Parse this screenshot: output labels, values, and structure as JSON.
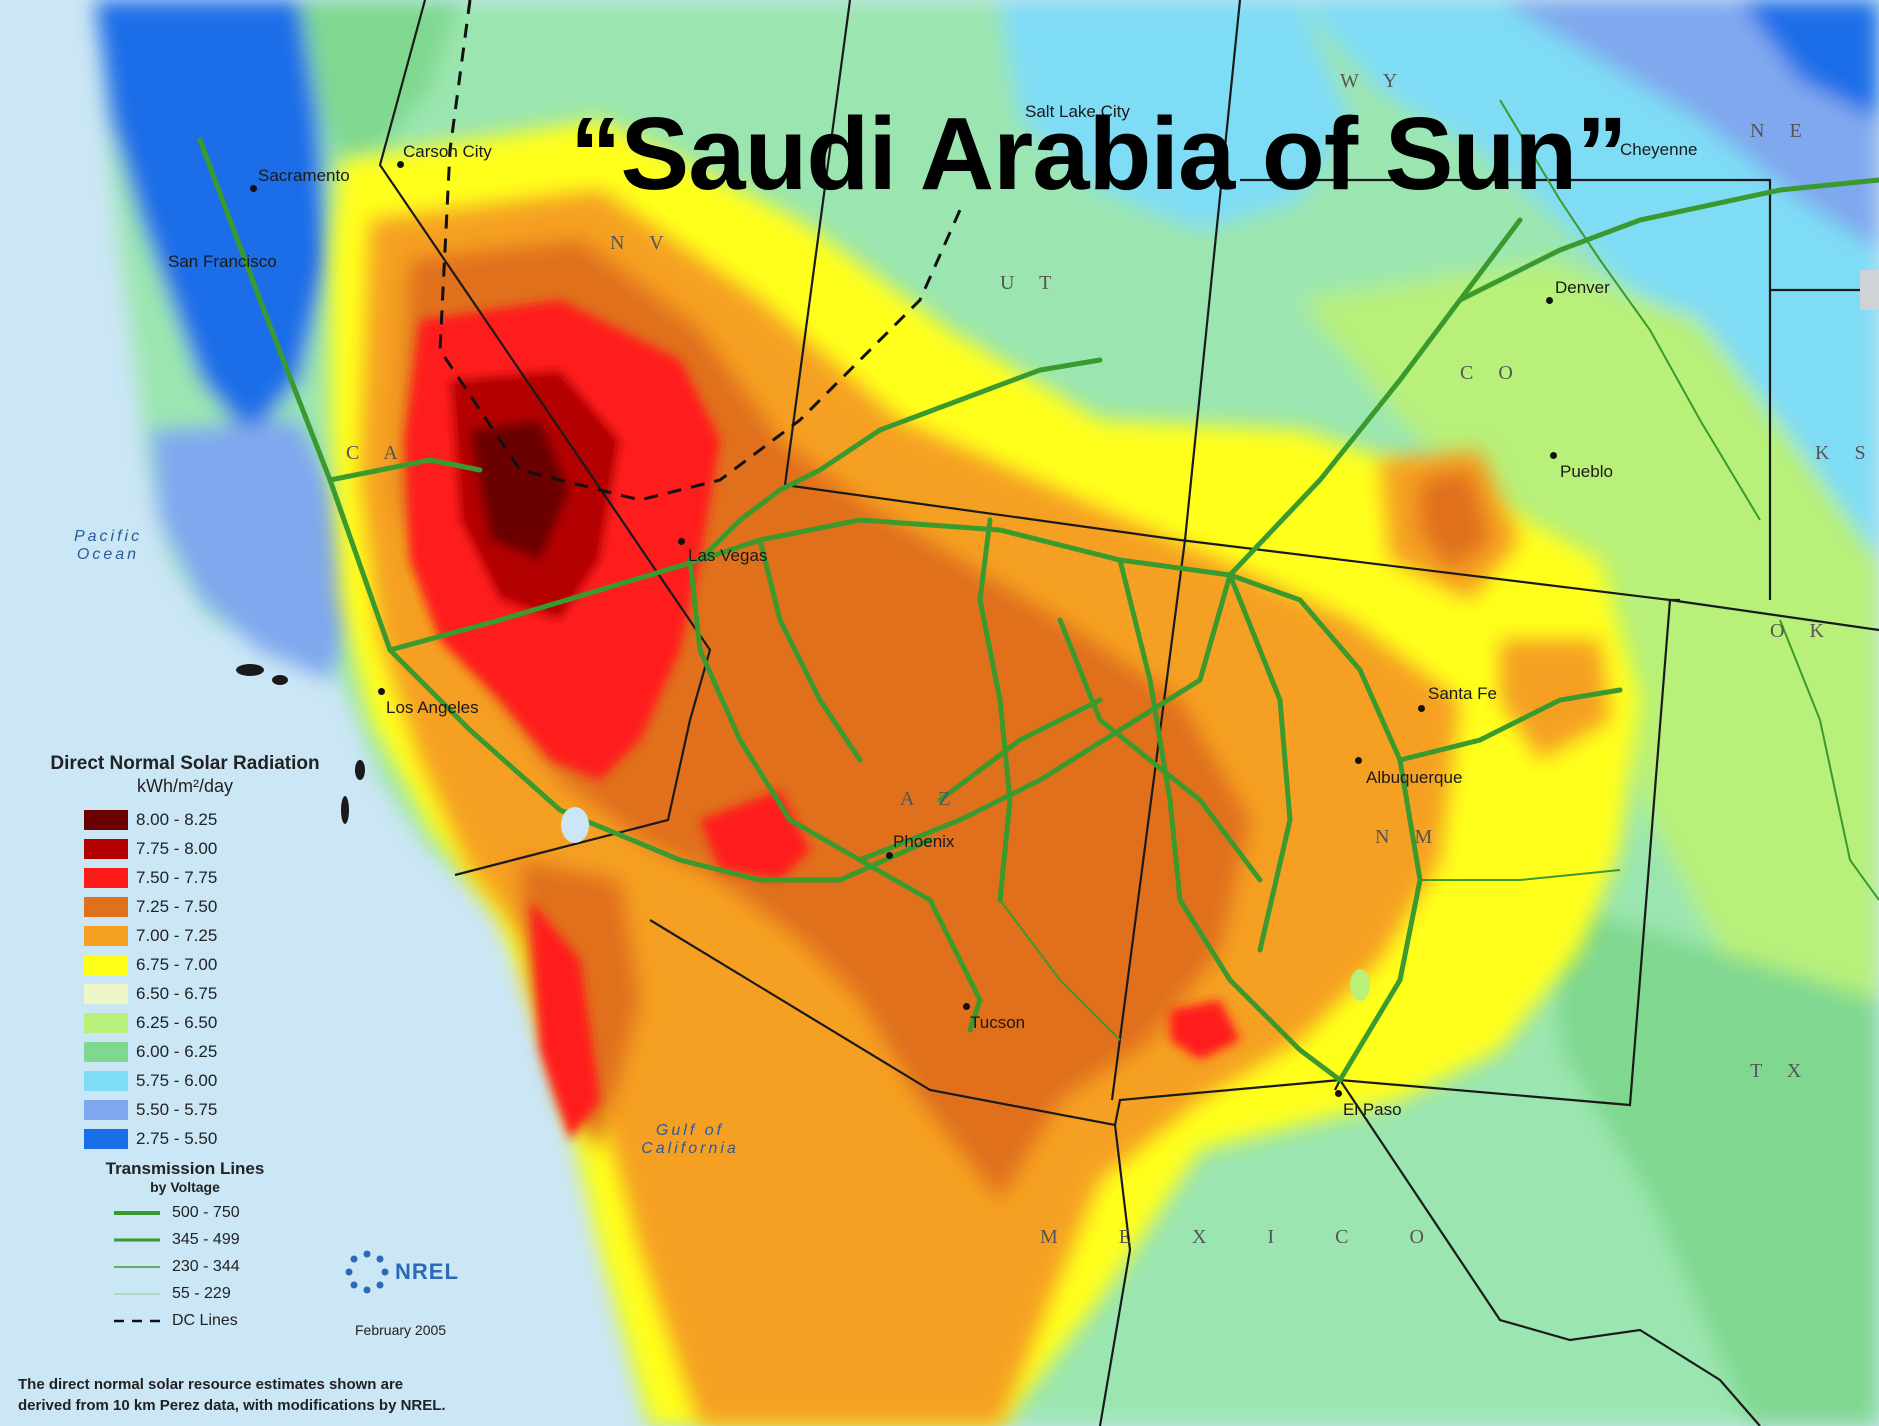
{
  "title": "“Saudi Arabia of Sun”",
  "cities": [
    {
      "name": "Carson City"
    },
    {
      "name": "Sacramento"
    },
    {
      "name": "San Francisco"
    },
    {
      "name": "Salt Lake City"
    },
    {
      "name": "Denver"
    },
    {
      "name": "Pueblo"
    },
    {
      "name": "Las Vegas"
    },
    {
      "name": "Los Angeles"
    },
    {
      "name": "Santa Fe"
    },
    {
      "name": "Albuquerque"
    },
    {
      "name": "Phoenix"
    },
    {
      "name": "Tucson"
    },
    {
      "name": "El Paso"
    },
    {
      "name": "Cheyenne"
    }
  ],
  "states": [
    "W Y",
    "N E",
    "N V",
    "U T",
    "C O",
    "C A",
    "K S",
    "O K",
    "A Z",
    "N M",
    "T X",
    "M E X I C O"
  ],
  "water_bodies": [
    "Pacific Ocean",
    "Gulf of California"
  ],
  "legend": {
    "title": "Direct Normal Solar Radiation",
    "units": "kWh/m²/day",
    "classes": [
      {
        "range": "8.00 - 8.25",
        "color": "#6b0000"
      },
      {
        "range": "7.75 - 8.00",
        "color": "#b30000"
      },
      {
        "range": "7.50 - 7.75",
        "color": "#ff1a1a"
      },
      {
        "range": "7.25 - 7.50",
        "color": "#e0701a"
      },
      {
        "range": "7.00 - 7.25",
        "color": "#f5a020"
      },
      {
        "range": "6.75 - 7.00",
        "color": "#ffff1a"
      },
      {
        "range": "6.50 - 6.75",
        "color": "#eef7c8"
      },
      {
        "range": "6.25 - 6.50",
        "color": "#b8f07a"
      },
      {
        "range": "6.00 - 6.25",
        "color": "#80d890"
      },
      {
        "range": "5.75 - 6.00",
        "color": "#7fdcf5"
      },
      {
        "range": "5.50 - 5.75",
        "color": "#7fa8ee"
      },
      {
        "range": "2.75 - 5.50",
        "color": "#1a6ee8"
      }
    ],
    "transmission_title": "Transmission Lines",
    "transmission_subtitle": "by Voltage",
    "transmission": [
      {
        "range": "500 - 750"
      },
      {
        "range": "345 - 499"
      },
      {
        "range": "230 - 344"
      },
      {
        "range": "55 - 229"
      },
      {
        "range": "DC Lines"
      }
    ]
  },
  "organization": {
    "name": "NREL",
    "date": "February 2005"
  },
  "note_line1": "The direct normal solar resource estimates shown are",
  "note_line2": "derived from 10 km Perez data, with modifications by NREL.",
  "colors": {
    "ocean": "#cbe6f5",
    "transmission": "#3a9a2e"
  }
}
